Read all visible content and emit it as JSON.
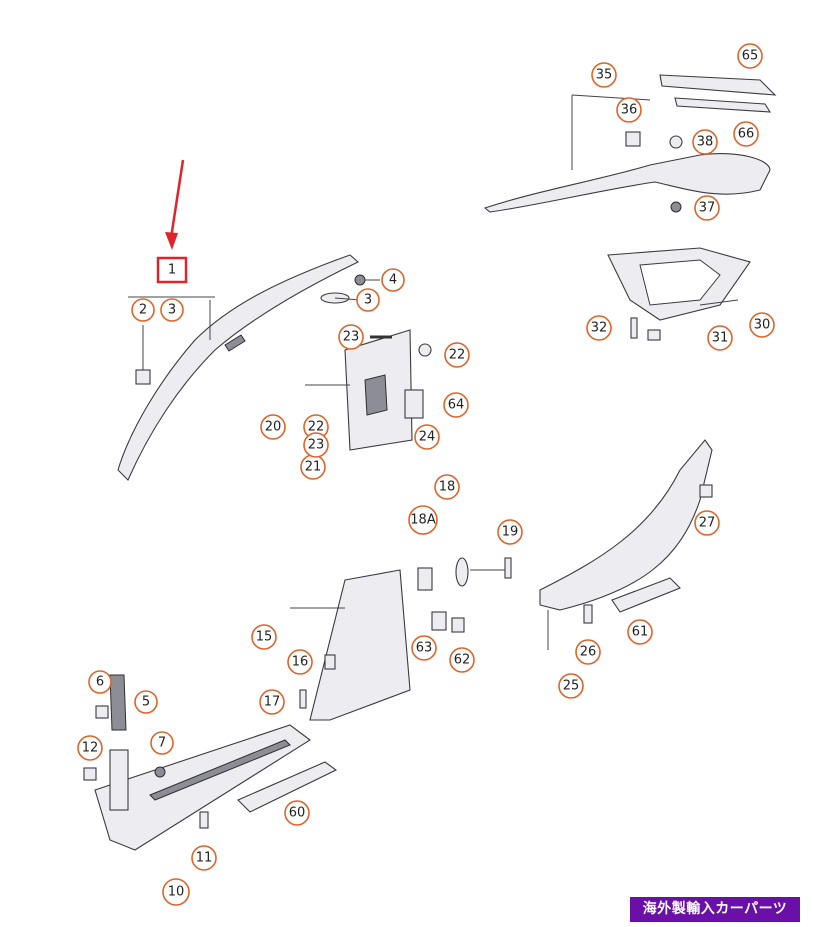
{
  "diagram": {
    "highlighted_part": "1",
    "callouts": [
      "2",
      "3",
      "3",
      "4",
      "5",
      "6",
      "7",
      "10",
      "11",
      "12",
      "15",
      "16",
      "17",
      "18",
      "18A",
      "19",
      "20",
      "21",
      "22",
      "22",
      "23",
      "23",
      "24",
      "25",
      "26",
      "27",
      "30",
      "31",
      "32",
      "35",
      "36",
      "37",
      "38",
      "60",
      "61",
      "62",
      "63",
      "64",
      "65",
      "66"
    ],
    "highlight_color": "#e0242a",
    "callout_color": "#e0642a"
  },
  "watermark": {
    "text": "海外製輸入カーパーツ",
    "background": "#6a0fa8"
  }
}
